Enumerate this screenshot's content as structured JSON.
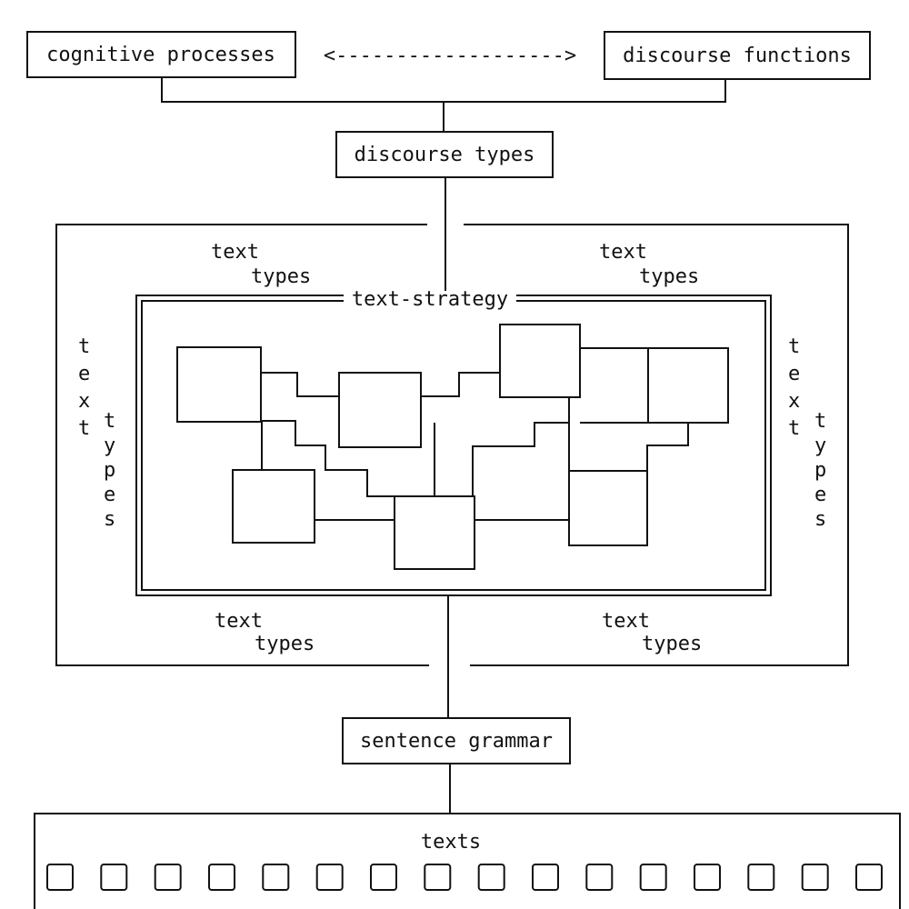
{
  "nodes": {
    "cognitive_processes": "cognitive processes",
    "discourse_functions": "discourse functions",
    "arrow": "<------------------->",
    "discourse_types": "discourse types",
    "text_strategy": "text-strategy",
    "sentence_grammar": "sentence grammar",
    "texts": "texts"
  },
  "text_types": {
    "word1": "text",
    "word2": "types"
  },
  "text_count": 16
}
